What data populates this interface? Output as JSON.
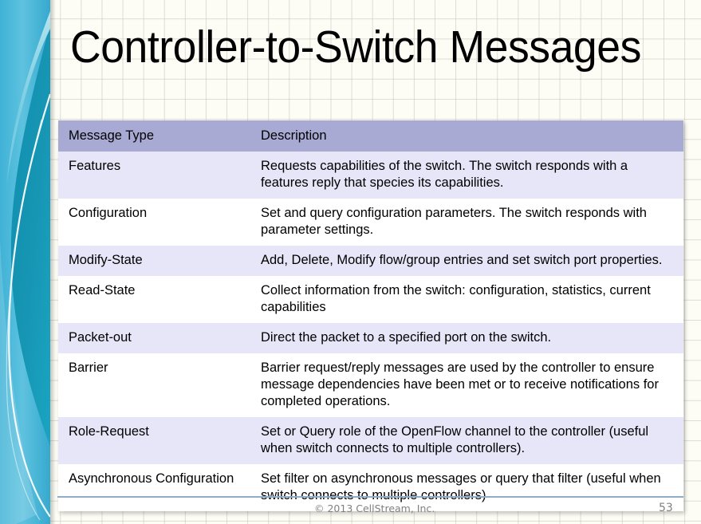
{
  "slide": {
    "title": "Controller-to-Switch Messages",
    "page_number": "53",
    "copyright": "© 2013 CellStream, Inc."
  },
  "theme": {
    "sidebar_light": "#4db8d8",
    "sidebar_dark": "#1792ae",
    "table_header_bg": "#a8aad4",
    "table_alt_row_bg": "#e6e6f8",
    "table_row_bg": "#ffffff",
    "footer_rule": "#8fadc9",
    "background": "#fdfdf5",
    "grid_line": "#bec4ba",
    "text": "#000000",
    "footer_text": "#7f7f7f"
  },
  "table": {
    "columns": [
      "Message Type",
      "Description"
    ],
    "rows": [
      {
        "type": "Features",
        "description": "Requests capabilities of the switch.  The switch responds with a features reply that species its capabilities."
      },
      {
        "type": "Configuration",
        "description": "Set and query configuration parameters.  The switch responds with parameter settings."
      },
      {
        "type": "Modify-State",
        "description": "Add, Delete, Modify flow/group entries and set switch port properties."
      },
      {
        "type": "Read-State",
        "description": "Collect information from the switch: configuration, statistics, current capabilities"
      },
      {
        "type": "Packet-out",
        "description": "Direct the packet to a specified port on the switch."
      },
      {
        "type": "Barrier",
        "description": "Barrier request/reply messages are used by the controller to ensure message dependencies have been met or to receive notifications for completed operations."
      },
      {
        "type": "Role-Request",
        "description": "Set or Query role of the OpenFlow channel to the controller (useful when switch connects to multiple controllers)."
      },
      {
        "type": "Asynchronous Configuration",
        "description": "Set filter on asynchronous messages or query that filter (useful when switch connects to multiple controllers)"
      }
    ]
  }
}
